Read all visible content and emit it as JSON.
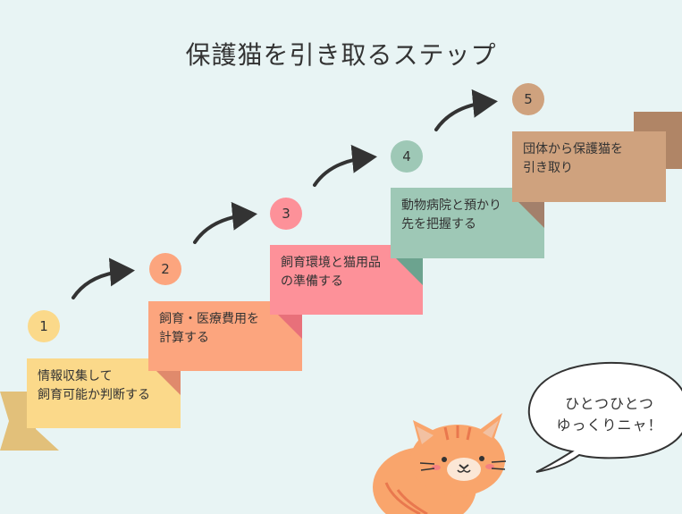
{
  "title": "保護猫を引き取るステップ",
  "steps": [
    {
      "number": "1",
      "text": "情報収集して\n飼育可能か判断する",
      "color": "#fbd98a",
      "circle": "#fbd98a"
    },
    {
      "number": "2",
      "text": "飼育・医療費用を\n計算する",
      "color": "#fca57e",
      "circle": "#fca57e"
    },
    {
      "number": "3",
      "text": "飼育環境と猫用品\nの準備する",
      "color": "#fd9199",
      "circle": "#fd9199"
    },
    {
      "number": "4",
      "text": "動物病院と預かり\n先を把握する",
      "color": "#9ec8b6",
      "circle": "#9ec8b6"
    },
    {
      "number": "5",
      "text": "団体から保護猫を\n引き取り",
      "color": "#cfa27e",
      "circle": "#cfa27e"
    }
  ],
  "speech_bubble": "ひとつひとつ\nゆっくりニャ！",
  "colors": {
    "background": "#e8f4f4",
    "ribbon_left": "#e2c07a",
    "ribbon_right": "#b08566",
    "cat": "#f9a56c",
    "cat_stripe": "#e9784e"
  }
}
